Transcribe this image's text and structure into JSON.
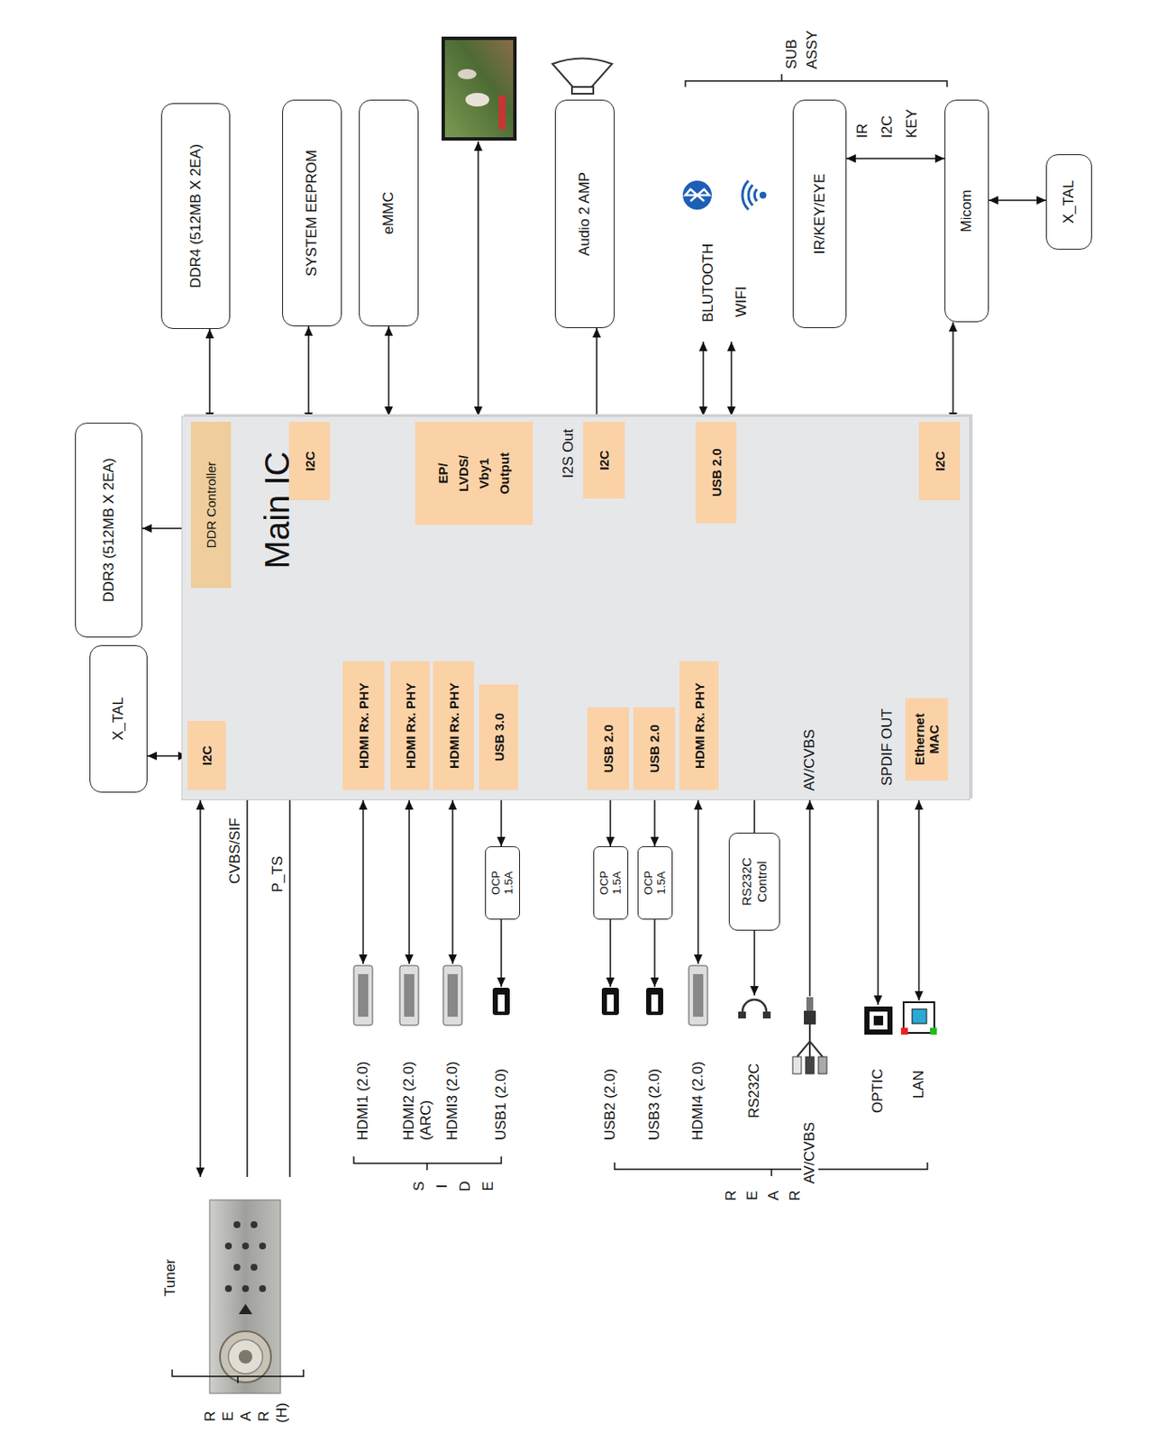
{
  "diagram": {
    "nodes": [
      {
        "text": [
          "Main IC"
        ]
      },
      {
        "text": [
          "I2C"
        ],
        "in": 0
      },
      {
        "text": [
          "DDR Controller"
        ],
        "in": 0
      },
      {
        "text": [
          "I2C"
        ],
        "in": 0
      },
      {
        "text": [
          "EP/ LVDS/ Vby1 Output"
        ],
        "in": 0
      },
      {
        "text": [
          "I2C"
        ],
        "in": 0
      },
      {
        "text": [
          "USB 2.0"
        ],
        "in": 0
      },
      {
        "text": [
          "I2C"
        ],
        "in": 0
      },
      {
        "text": [
          "HDMI Rx. PHY"
        ],
        "in": 0
      },
      {
        "text": [
          "HDMI Rx. PHY"
        ],
        "in": 0
      },
      {
        "text": [
          "HDMI Rx. PHY"
        ],
        "in": 0
      },
      {
        "text": [
          "USB 3.0"
        ],
        "in": 0
      },
      {
        "text": [
          "USB 2.0"
        ],
        "in": 0
      },
      {
        "text": [
          "USB 2.0"
        ],
        "in": 0
      },
      {
        "text": [
          "HDMI Rx. PHY"
        ],
        "in": 0
      },
      {
        "text": [
          "Ethernet MAC"
        ],
        "in": 0
      },
      {
        "text": [
          "X_TAL"
        ]
      },
      {
        "text": [
          "DDR3 (512MB X 2EA)"
        ]
      },
      {
        "text": [
          "DDR4 (512MB X 2EA)"
        ]
      },
      {
        "text": [
          "SYSTEM EEPROM"
        ]
      },
      {
        "text": [
          "eMMC"
        ]
      },
      {
        "text": [
          "Audio 2 AMP"
        ]
      },
      {
        "text": [
          "IR/KEY/EYE"
        ]
      },
      {
        "text": [
          "Micom"
        ]
      },
      {
        "text": [
          "X_TAL"
        ]
      },
      {
        "text": [
          "OCP 1.5A"
        ]
      },
      {
        "text": [
          "OCP 1.5A"
        ]
      },
      {
        "text": [
          "OCP 1.5A"
        ]
      },
      {
        "text": [
          "RS232C Control"
        ]
      }
    ],
    "edges": [
      {
        "from": 16,
        "to": 1,
        "arrow": "both"
      },
      {
        "from": 17,
        "to": 2,
        "arrow": "both"
      },
      {
        "from": 18,
        "to": 2,
        "arrow": "both"
      },
      {
        "from": 19,
        "to": 3,
        "arrow": "both"
      },
      {
        "from": 20,
        "to": 0,
        "arrow": "both"
      },
      {
        "from": 5,
        "to": 21,
        "arrow": "to"
      },
      {
        "from": 22,
        "to": 23,
        "label": "IR I2C KEY",
        "arrow": "both"
      },
      {
        "from": 7,
        "to": 23,
        "arrow": "both"
      },
      {
        "from": 23,
        "to": 24,
        "arrow": "both"
      },
      {
        "from": 11,
        "to": 25,
        "arrow": "both"
      },
      {
        "from": 12,
        "to": 26,
        "arrow": "both"
      },
      {
        "from": 13,
        "to": 27,
        "arrow": "both"
      },
      {
        "from": 0,
        "to": 28,
        "arrow": "none"
      }
    ],
    "labels": [
      "SUB ASSY",
      "BLUTOOTH",
      "WIFI",
      "I2S Out",
      "Tuner",
      "REAR (H)",
      "CVBS/SIF",
      "P_TS",
      "HDMI1 (2.0)",
      "HDMI2 (2.0) (ARC)",
      "HDMI3 (2.0)",
      "USB1 (2.0)",
      "SIDE",
      "USB2 (2.0)",
      "USB3 (2.0)",
      "HDMI4 (2.0)",
      "RS232C",
      "AV/CVBS",
      "OPTIC",
      "LAN",
      "REAR",
      "AV/CVBS",
      "SPDIF OUT"
    ]
  }
}
